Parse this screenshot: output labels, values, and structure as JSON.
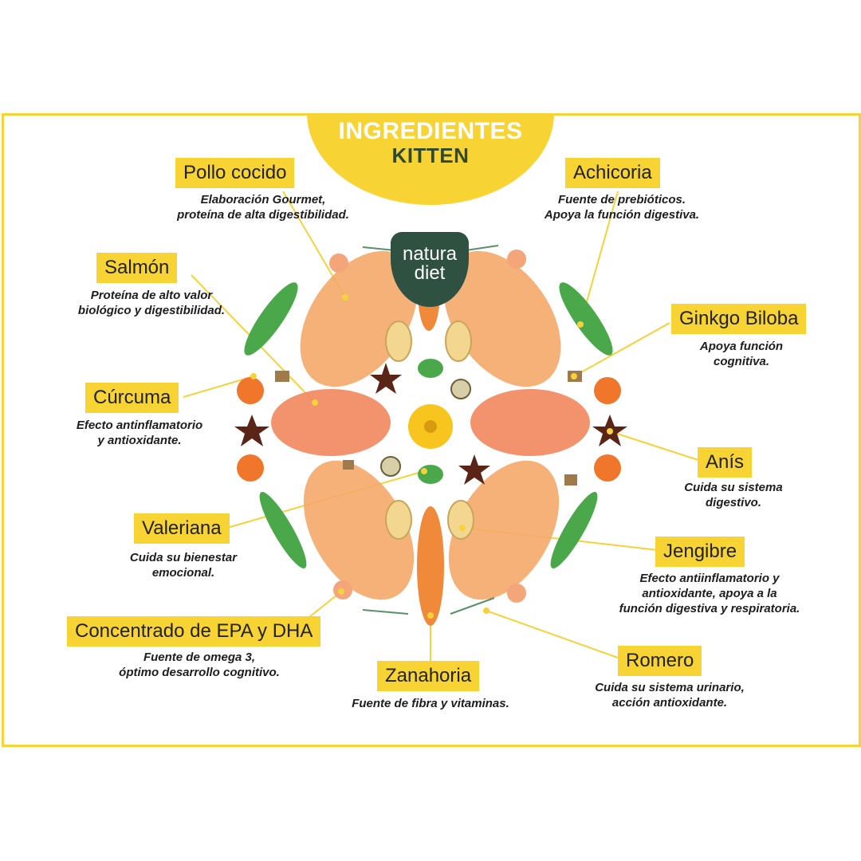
{
  "header": {
    "title_line1": "INGREDIENTES",
    "title_line2": "KITTEN"
  },
  "logo": {
    "line1": "natura",
    "line2": "diet"
  },
  "colors": {
    "accent": "#f8d334",
    "logo_bg": "#2f5141",
    "title_dark": "#2d4a2e"
  },
  "ingredients": [
    {
      "name": "Pollo cocido",
      "desc1": "Elaboración Gourmet,",
      "desc2": "proteína de alta digestibilidad.",
      "desc3": ""
    },
    {
      "name": "Achicoria",
      "desc1": "Fuente de prebióticos.",
      "desc2": "Apoya la función digestiva.",
      "desc3": ""
    },
    {
      "name": "Salmón",
      "desc1": "Proteína de alto valor",
      "desc2": "biológico y digestibilidad.",
      "desc3": ""
    },
    {
      "name": "Ginkgo Biloba",
      "desc1": "Apoya función",
      "desc2": "cognitiva.",
      "desc3": ""
    },
    {
      "name": "Cúrcuma",
      "desc1": "Efecto antinflamatorio",
      "desc2": "y antioxidante.",
      "desc3": ""
    },
    {
      "name": "Anís",
      "desc1": "Cuida su sistema",
      "desc2": "digestivo.",
      "desc3": ""
    },
    {
      "name": "Valeriana",
      "desc1": "Cuida su bienestar",
      "desc2": "emocional.",
      "desc3": ""
    },
    {
      "name": "Jengibre",
      "desc1": "Efecto antiinflamatorio y",
      "desc2": "antioxidante, apoya a la",
      "desc3": "función digestiva y respiratoria."
    },
    {
      "name": "Concentrado de EPA y DHA",
      "desc1": "Fuente de omega 3,",
      "desc2": "óptimo desarrollo cognitivo.",
      "desc3": ""
    },
    {
      "name": "Zanahoria",
      "desc1": "Fuente de fibra y vitaminas.",
      "desc2": "",
      "desc3": ""
    },
    {
      "name": "Romero",
      "desc1": "Cuida su sistema urinario,",
      "desc2": "acción antioxidante.",
      "desc3": ""
    }
  ]
}
